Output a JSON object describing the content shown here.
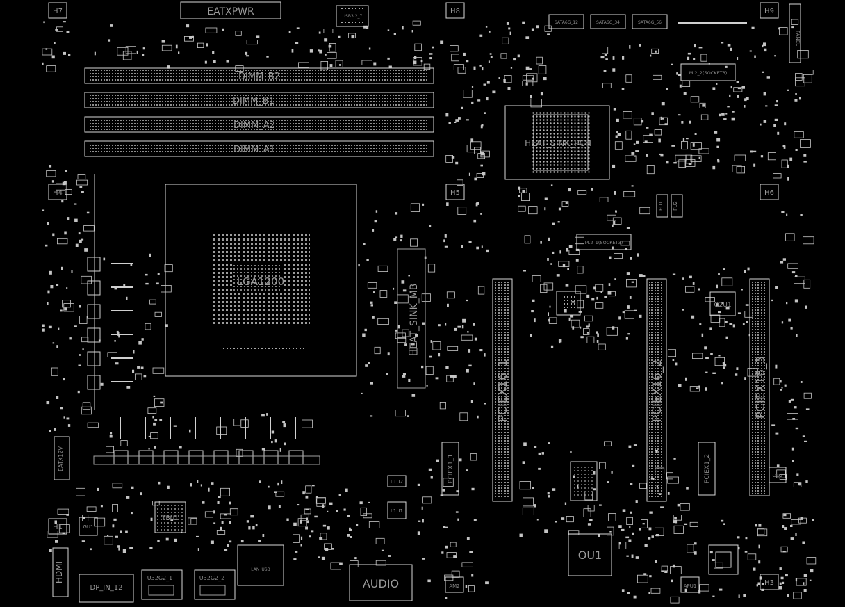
{
  "board": {
    "mounting_holes": [
      "H7",
      "H8",
      "H9",
      "H4",
      "H5",
      "H6",
      "H1",
      "H3"
    ],
    "power_connectors": [
      "EATXPWR",
      "EATX12V"
    ],
    "usb_header": "USB3.2_7",
    "sata_ports": [
      "SATA6G_12",
      "SATA6G_34",
      "SATA6G_56"
    ],
    "dimm_slots": [
      "DIMM_B2",
      "DIMM_B1",
      "DIMM_A2",
      "DIMM_A1"
    ],
    "cpu_socket": "LGA1200",
    "pch_heatsink": "HEAT_SINK_PCH",
    "vrm_heatsink": "HEAT_SINK_MB",
    "m2_slots": [
      "M.2_2(SOCKET3)",
      "M.2_1(SOCKET3)"
    ],
    "pcie_x16": [
      "PCIEX16_1",
      "PCIEX16_2",
      "PCIEX16_3"
    ],
    "pcie_x1": [
      "PCIEX1_1",
      "PCIEX1_2"
    ],
    "chips": [
      "OU1",
      "O2U1",
      "OU2",
      "TBU1",
      "GU1",
      "L1U1",
      "L1U2"
    ],
    "fuses": [
      "FU1",
      "FU2"
    ],
    "rear_io": [
      "HDMI",
      "DP_IN_12",
      "U32G2_1",
      "U32G2_2",
      "AUDIO",
      "LAN_USB"
    ],
    "misc": [
      "PANEL",
      "AM2",
      "APU1"
    ]
  }
}
